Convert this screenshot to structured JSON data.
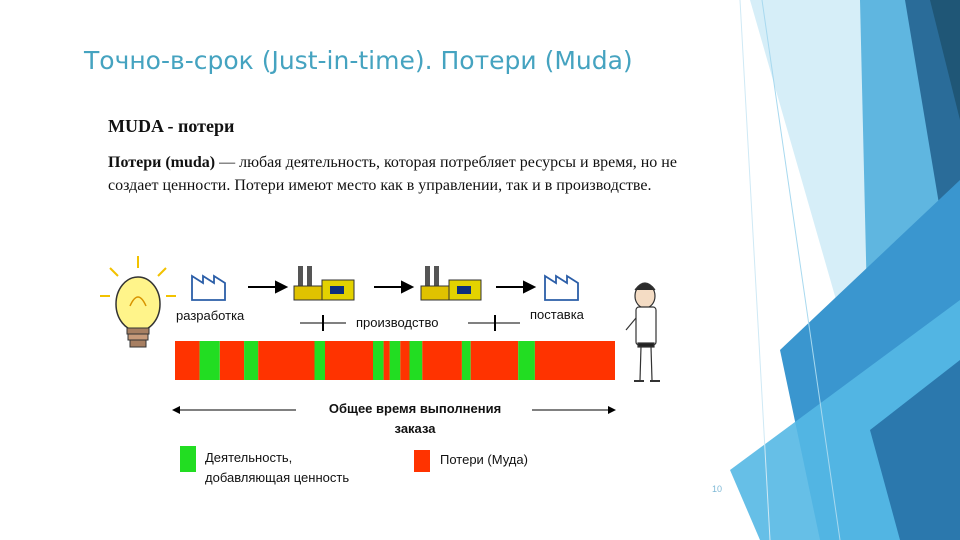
{
  "slide": {
    "title": "Точно-в-срок (Just-in-time). Потери (Muda)",
    "subtitle": "MUDA - потери",
    "body": {
      "term": "Потери (muda)",
      "definition": " — любая деятельность, которая потребляет ресурсы и время, но не создает ценности. Потери имеют место как в управлении, так и в производстве."
    },
    "page_number": "10"
  },
  "diagram": {
    "stages": [
      "разработка",
      "производство",
      "поставка"
    ],
    "timeline_label_line1": "Общее время выполнения",
    "timeline_label_line2": "заказа",
    "bar_segments_fraction": [
      {
        "type": "waste",
        "from": 0.0,
        "to": 0.056
      },
      {
        "type": "value",
        "from": 0.056,
        "to": 0.102
      },
      {
        "type": "waste",
        "from": 0.102,
        "to": 0.157
      },
      {
        "type": "value",
        "from": 0.157,
        "to": 0.189
      },
      {
        "type": "waste",
        "from": 0.189,
        "to": 0.317
      },
      {
        "type": "value",
        "from": 0.317,
        "to": 0.341
      },
      {
        "type": "waste",
        "from": 0.341,
        "to": 0.45
      },
      {
        "type": "value",
        "from": 0.45,
        "to": 0.474
      },
      {
        "type": "waste",
        "from": 0.474,
        "to": 0.488
      },
      {
        "type": "value",
        "from": 0.488,
        "to": 0.512
      },
      {
        "type": "waste",
        "from": 0.512,
        "to": 0.533
      },
      {
        "type": "value",
        "from": 0.533,
        "to": 0.562
      },
      {
        "type": "waste",
        "from": 0.562,
        "to": 0.652
      },
      {
        "type": "value",
        "from": 0.652,
        "to": 0.672
      },
      {
        "type": "waste",
        "from": 0.672,
        "to": 0.78
      },
      {
        "type": "value",
        "from": 0.78,
        "to": 0.818
      },
      {
        "type": "waste",
        "from": 0.818,
        "to": 1.0
      }
    ]
  },
  "legend": {
    "value_line1": "Деятельность,",
    "value_line2": "добавляющая ценность",
    "waste": "Потери (Муда)"
  },
  "colors": {
    "value": "#22dd22",
    "waste": "#ff3300",
    "title": "#45a3c0",
    "deco_dark": "#1f5f8f",
    "deco_mid": "#3a93c9",
    "deco_light": "#6cc3e6"
  }
}
